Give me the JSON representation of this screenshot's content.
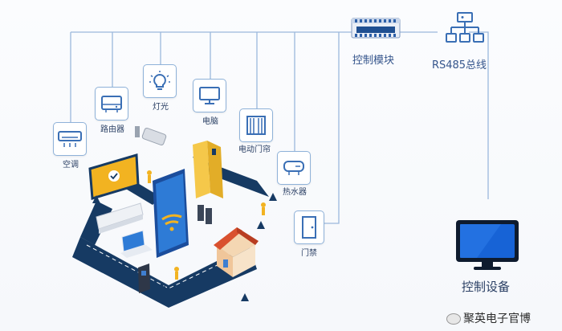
{
  "nodes": {
    "control_module": "控制模块",
    "rs485_bus": "RS485总线",
    "control_device": "控制设备",
    "air_conditioner": "空调",
    "router": "路由器",
    "light": "灯光",
    "computer": "电脑",
    "electric_curtain": "电动门帘",
    "water_heater": "热水器",
    "door_lock": "门禁"
  },
  "watermark": "聚英电子官博",
  "colors": {
    "line": "#9bb8dc",
    "icon_stroke": "#3a6fb5",
    "screen_blue": "#1763d6",
    "road": "#173a63"
  }
}
